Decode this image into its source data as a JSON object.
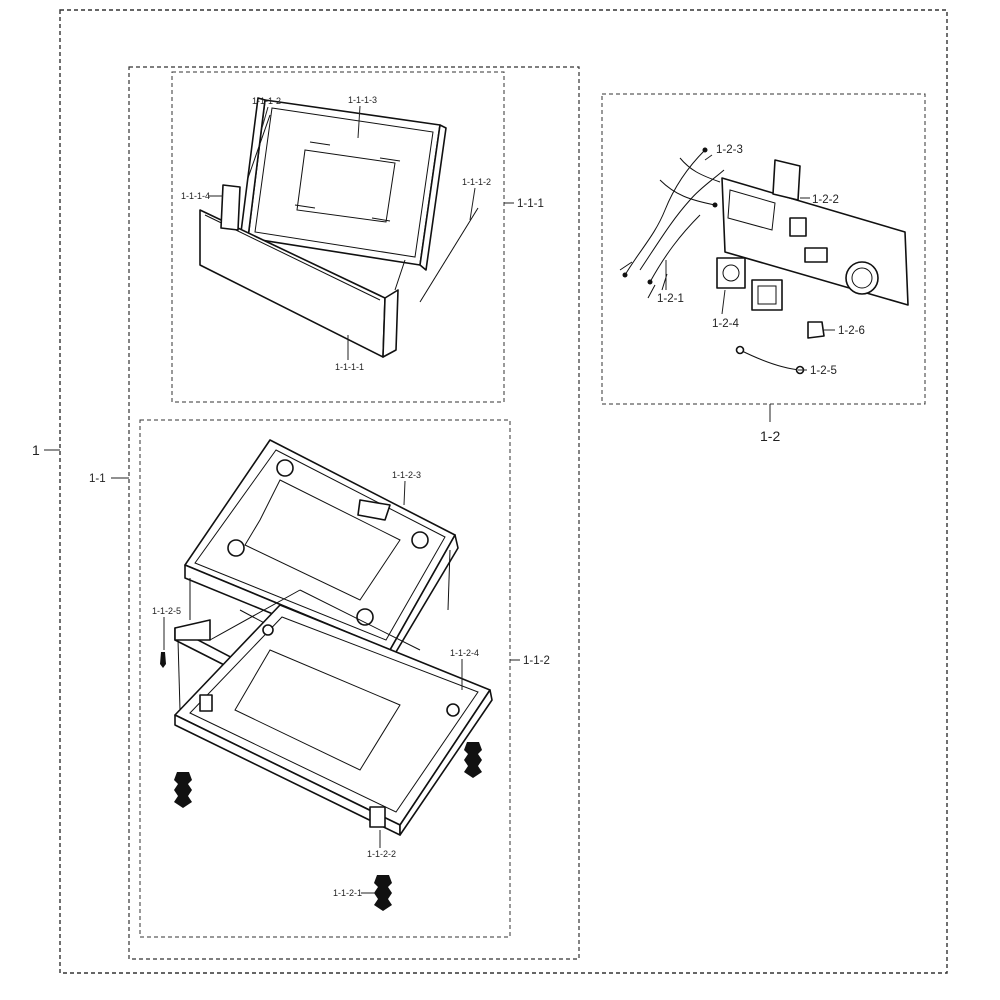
{
  "labels": {
    "assembly": "1",
    "drawer_set": "1-1",
    "drawer_unit": "1-1-1",
    "drawer_front": "1-1-1-1",
    "drawer_rail_left": "1-1-1-2",
    "drawer_rail_right": "1-1-1-2",
    "drawer_box": "1-1-1-3",
    "drawer_bracket": "1-1-1-4",
    "frame_unit": "1-1-2",
    "frame_foot": "1-1-2-1",
    "frame_base": "1-1-2-2",
    "frame_top": "1-1-2-3",
    "frame_corner": "1-1-2-4",
    "frame_screw": "1-1-2-5",
    "electrical_set": "1-2",
    "wire_harness": "1-2-1",
    "control_panel": "1-2-2",
    "harness_sub": "1-2-3",
    "valve_a": "1-2-4",
    "hose": "1-2-5",
    "sensor": "1-2-6"
  },
  "icons": {
    "drawer": "drawer-assembly-icon",
    "frame": "pedestal-frame-icon",
    "electrical": "electrical-parts-icon",
    "foot": "leveling-foot-icon"
  }
}
